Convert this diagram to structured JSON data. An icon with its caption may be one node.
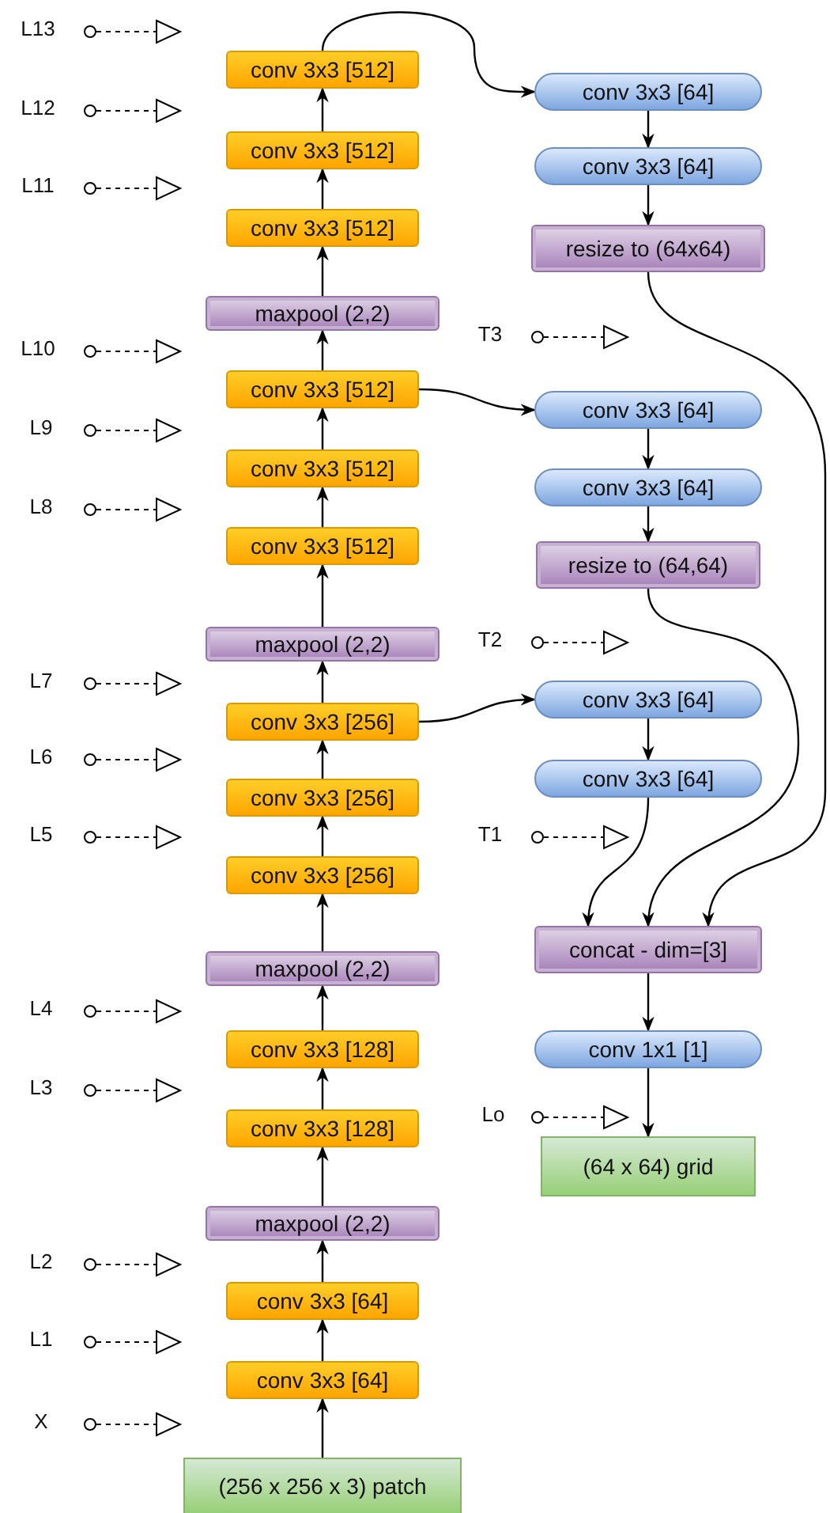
{
  "diagram": {
    "nodes": [
      {
        "text": [
          "conv 3x3 [512]"
        ]
      },
      {
        "text": [
          "conv 3x3 [512]"
        ]
      },
      {
        "text": [
          "conv 3x3 [512]"
        ]
      },
      {
        "text": [
          "maxpool (2,2)"
        ]
      },
      {
        "text": [
          "conv 3x3 [512]"
        ]
      },
      {
        "text": [
          "conv 3x3 [512]"
        ]
      },
      {
        "text": [
          "conv 3x3 [512]"
        ]
      },
      {
        "text": [
          "maxpool (2,2)"
        ]
      },
      {
        "text": [
          "conv 3x3 [256]"
        ]
      },
      {
        "text": [
          "conv 3x3 [256]"
        ]
      },
      {
        "text": [
          "conv 3x3 [256]"
        ]
      },
      {
        "text": [
          "maxpool (2,2)"
        ]
      },
      {
        "text": [
          "conv 3x3 [128]"
        ]
      },
      {
        "text": [
          "conv 3x3 [128]"
        ]
      },
      {
        "text": [
          "maxpool (2,2)"
        ]
      },
      {
        "text": [
          "conv 3x3 [64]"
        ]
      },
      {
        "text": [
          "conv 3x3 [64]"
        ]
      },
      {
        "text": [
          "(256 x 256 x 3) patch"
        ]
      },
      {
        "text": [
          "conv 3x3 [64]"
        ]
      },
      {
        "text": [
          "conv 3x3 [64]"
        ]
      },
      {
        "text": [
          "resize to (64x64)"
        ]
      },
      {
        "text": [
          "conv 3x3 [64]"
        ]
      },
      {
        "text": [
          "conv 3x3 [64]"
        ]
      },
      {
        "text": [
          "resize to (64,64)"
        ]
      },
      {
        "text": [
          "conv 3x3 [64]"
        ]
      },
      {
        "text": [
          "conv 3x3 [64]"
        ]
      },
      {
        "text": [
          "concat - dim=[3]"
        ]
      },
      {
        "text": [
          "conv 1x1 [1]"
        ]
      },
      {
        "text": [
          "(64 x 64) grid"
        ]
      }
    ],
    "edges": [
      {
        "from": 17,
        "to": 16,
        "arrow": "to"
      },
      {
        "from": 16,
        "to": 15,
        "arrow": "to"
      },
      {
        "from": 15,
        "to": 14,
        "arrow": "to"
      },
      {
        "from": 14,
        "to": 13,
        "arrow": "to"
      },
      {
        "from": 13,
        "to": 12,
        "arrow": "to"
      },
      {
        "from": 12,
        "to": 11,
        "arrow": "to"
      },
      {
        "from": 11,
        "to": 10,
        "arrow": "to"
      },
      {
        "from": 10,
        "to": 9,
        "arrow": "to"
      },
      {
        "from": 9,
        "to": 8,
        "arrow": "to"
      },
      {
        "from": 8,
        "to": 7,
        "arrow": "to"
      },
      {
        "from": 7,
        "to": 6,
        "arrow": "to"
      },
      {
        "from": 6,
        "to": 5,
        "arrow": "to"
      },
      {
        "from": 5,
        "to": 4,
        "arrow": "to"
      },
      {
        "from": 4,
        "to": 3,
        "arrow": "to"
      },
      {
        "from": 3,
        "to": 2,
        "arrow": "to"
      },
      {
        "from": 2,
        "to": 1,
        "arrow": "to"
      },
      {
        "from": 1,
        "to": 0,
        "arrow": "to"
      },
      {
        "from": 0,
        "to": 18,
        "arrow": "to"
      },
      {
        "from": 18,
        "to": 19,
        "arrow": "to"
      },
      {
        "from": 19,
        "to": 20,
        "arrow": "to"
      },
      {
        "from": 4,
        "to": 21,
        "arrow": "to"
      },
      {
        "from": 21,
        "to": 22,
        "arrow": "to"
      },
      {
        "from": 22,
        "to": 23,
        "arrow": "to"
      },
      {
        "from": 8,
        "to": 24,
        "arrow": "to"
      },
      {
        "from": 24,
        "to": 25,
        "arrow": "to"
      },
      {
        "from": 25,
        "to": 26,
        "arrow": "to"
      },
      {
        "from": 23,
        "to": 26,
        "arrow": "to"
      },
      {
        "from": 20,
        "to": 26,
        "arrow": "to"
      },
      {
        "from": 26,
        "to": 27,
        "arrow": "to"
      },
      {
        "from": 27,
        "to": 28,
        "arrow": "to"
      }
    ],
    "labels": [
      "L13",
      "L12",
      "L11",
      "T3",
      "L10",
      "L9",
      "L8",
      "T2",
      "L7",
      "L6",
      "L5",
      "T1",
      "L4",
      "L3",
      "Lo",
      "L2",
      "L1",
      "X"
    ]
  }
}
